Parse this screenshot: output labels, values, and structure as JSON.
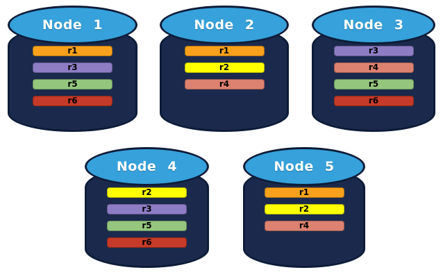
{
  "diagram": {
    "description": "Five database node cylinders showing replica placement",
    "background_color": "#ffffff",
    "colors": {
      "cylinder_body": "#1b2a4c",
      "cylinder_outline": "#0d1c38",
      "cylinder_top_fill": "#36a1db",
      "title_text": "#ffffff",
      "bar_text": "#000000"
    },
    "replica_colors": {
      "r1": "#f9a11c",
      "r2": "#ffff00",
      "r3": "#8e7dc5",
      "r4": "#dd8170",
      "r5": "#94c67e",
      "r6": "#c53a28"
    },
    "nodes": [
      {
        "title": "Node 1",
        "replicas": [
          "r1",
          "r3",
          "r5",
          "r6"
        ]
      },
      {
        "title": "Node 2",
        "replicas": [
          "r1",
          "r2",
          "r4"
        ]
      },
      {
        "title": "Node 3",
        "replicas": [
          "r3",
          "r4",
          "r5",
          "r6"
        ]
      },
      {
        "title": "Node 4",
        "replicas": [
          "r2",
          "r3",
          "r5",
          "r6"
        ]
      },
      {
        "title": "Node 5",
        "replicas": [
          "r1",
          "r2",
          "r4"
        ]
      }
    ]
  }
}
